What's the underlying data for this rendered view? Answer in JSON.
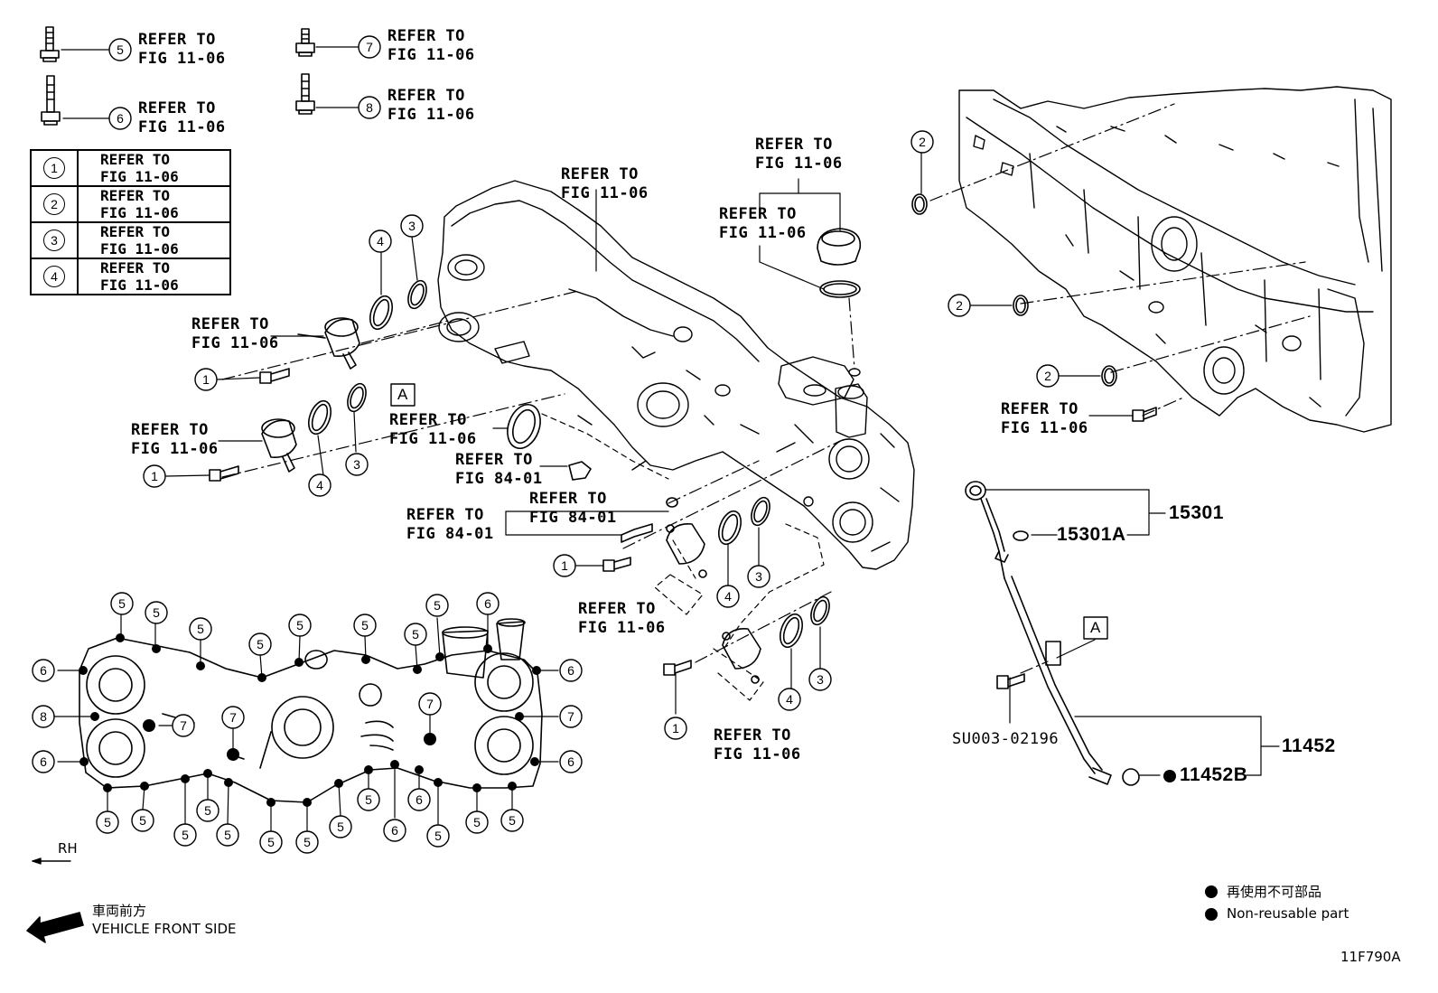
{
  "diagram_id": "11F790A",
  "refer_fig_11_06": "REFER TO\nFIG 11-06",
  "refer_fig_84_01": "REFER TO\nFIG 84-01",
  "callout_a": "A",
  "reference_table": [
    {
      "num": "1",
      "text": "REFER TO\nFIG 11-06"
    },
    {
      "num": "2",
      "text": "REFER TO\nFIG 11-06"
    },
    {
      "num": "3",
      "text": "REFER TO\nFIG 11-06"
    },
    {
      "num": "4",
      "text": "REFER TO\nFIG 11-06"
    }
  ],
  "top_bolts": [
    {
      "num": "5",
      "text": "REFER TO\nFIG 11-06"
    },
    {
      "num": "6",
      "text": "REFER TO\nFIG 11-06"
    },
    {
      "num": "7",
      "text": "REFER TO\nFIG 11-06"
    },
    {
      "num": "8",
      "text": "REFER TO\nFIG 11-06"
    }
  ],
  "parts": {
    "p15301": "15301",
    "p15301a": "15301A",
    "p11452": "11452",
    "p11452b": "11452B",
    "su003": "SU003-02196"
  },
  "legend": {
    "jp": "再使用不可部品",
    "en": "Non-reusable part"
  },
  "direction": {
    "rh": "RH",
    "jp": "車両前方",
    "en": "VEHICLE FRONT SIDE"
  }
}
